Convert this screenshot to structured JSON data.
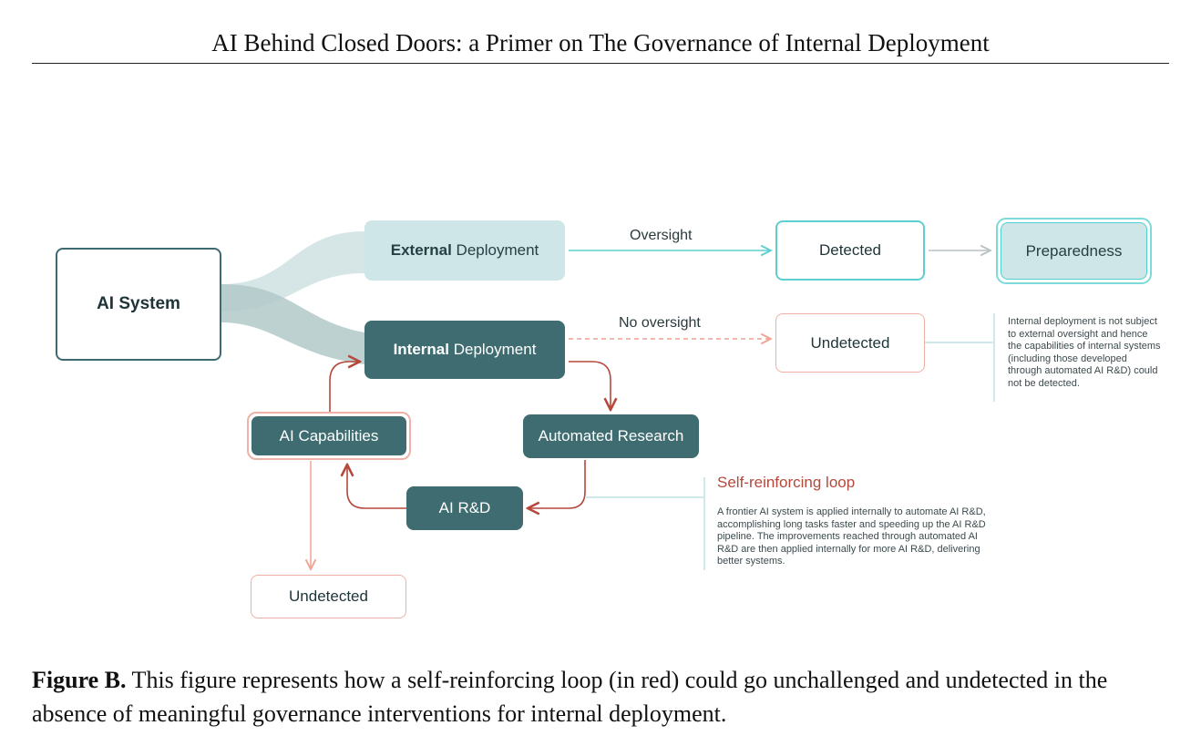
{
  "header": {
    "title": "AI Behind Closed Doors: a Primer on The Governance of Internal Deployment"
  },
  "diagram": {
    "nodes": {
      "ai_system": "AI System",
      "external_bold": "External",
      "external_rest": " Deployment",
      "internal_bold": "Internal",
      "internal_rest": " Deployment",
      "detected": "Detected",
      "preparedness": "Preparedness",
      "undetected_top": "Undetected",
      "ai_capabilities": "AI Capabilities",
      "automated_research": "Automated Research",
      "ai_rd": "AI R&D",
      "undetected_bottom": "Undetected"
    },
    "edge_labels": {
      "oversight": "Oversight",
      "no_oversight": "No oversight"
    },
    "notes": {
      "internal": "Internal deployment is not subject to external oversight and hence the capabilities of internal systems (including those developed through automated AI R&D) could not be detected.",
      "loop_title": "Self-reinforcing loop",
      "loop": "A frontier AI system is applied internally to automate AI R&D, accomplishing long tasks faster and speeding up the AI R&D pipeline. The improvements reached through automated AI R&D are then applied internally for more AI R&D, delivering better systems."
    },
    "colors": {
      "dark_teal": "#3e6c70",
      "light_teal": "#cfe6e8",
      "cyan": "#5ecfcf",
      "red": "#b5483b",
      "pink": "#eeb0a4"
    }
  },
  "caption": {
    "label": "Figure B.",
    "text": " This figure represents how a self-reinforcing loop (in red) could go unchallenged and undetected in the absence of meaningful governance interventions for internal deployment."
  }
}
